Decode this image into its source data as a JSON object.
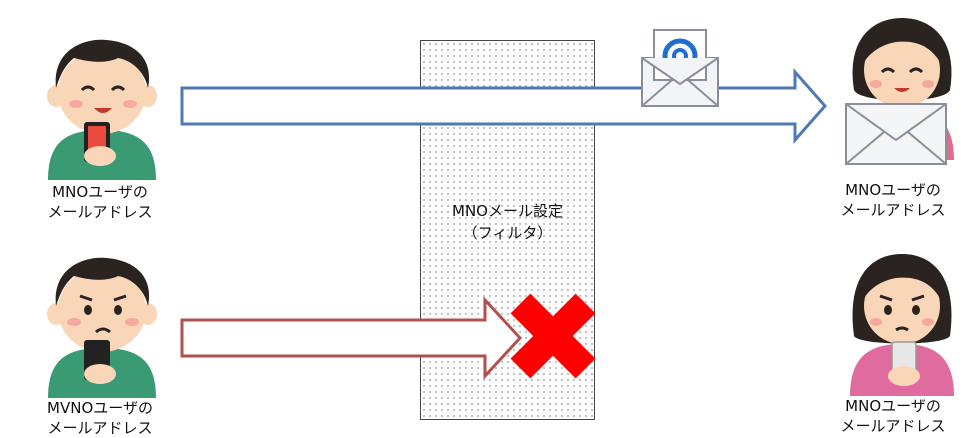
{
  "filter": {
    "line1": "MNOメール設定",
    "line2": "（フィルタ）"
  },
  "senders": [
    {
      "line1": "MNOユーザの",
      "line2": "メールアドレス"
    },
    {
      "line1": "MVNOユーザの",
      "line2": "メールアドレス"
    }
  ],
  "recipients": [
    {
      "line1": "MNOユーザの",
      "line2": "メールアドレス"
    },
    {
      "line1": "MNOユーザの",
      "line2": "メールアドレス"
    }
  ],
  "icons": {
    "email": "email-at-icon",
    "blocked": "red-x-icon",
    "envelope": "envelope-icon"
  },
  "colors": {
    "success_arrow": "#4f7ab0",
    "blocked_arrow": "#b0504f",
    "block_mark": "#ff0000"
  }
}
